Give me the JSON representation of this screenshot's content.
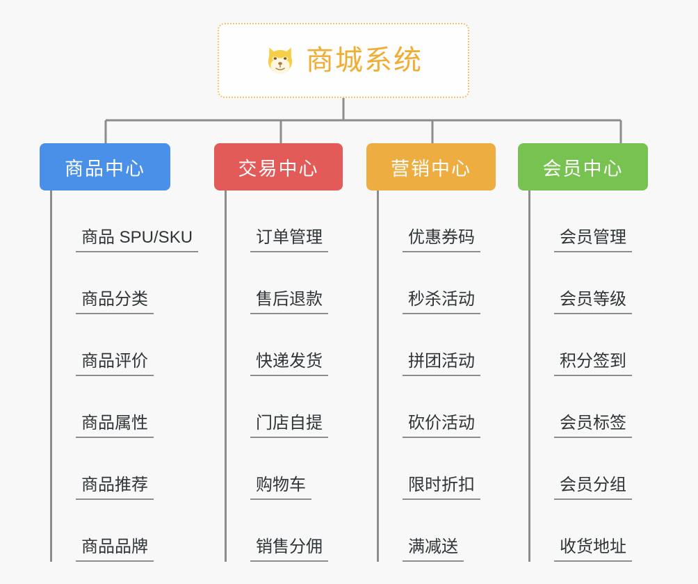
{
  "background_color": "#f8f8f8",
  "root": {
    "title": "商城系统",
    "icon": "shiba-dog-face-icon",
    "border_color": "#f2c36b",
    "text_color": "#f0ad34"
  },
  "connector_color": "#8c8c8c",
  "branches": [
    {
      "label": "商品中心",
      "color": "#4a90e8",
      "items": [
        "商品 SPU/SKU",
        "商品分类",
        "商品评价",
        "商品属性",
        "商品推荐",
        "商品品牌"
      ]
    },
    {
      "label": "交易中心",
      "color": "#e35b58",
      "items": [
        "订单管理",
        "售后退款",
        "快递发货",
        "门店自提",
        "购物车",
        "销售分佣"
      ]
    },
    {
      "label": "营销中心",
      "color": "#eead40",
      "items": [
        "优惠券码",
        "秒杀活动",
        "拼团活动",
        "砍价活动",
        "限时折扣",
        "满减送"
      ]
    },
    {
      "label": "会员中心",
      "color": "#77c250",
      "items": [
        "会员管理",
        "会员等级",
        "积分签到",
        "会员标签",
        "会员分组",
        "收货地址"
      ]
    }
  ]
}
